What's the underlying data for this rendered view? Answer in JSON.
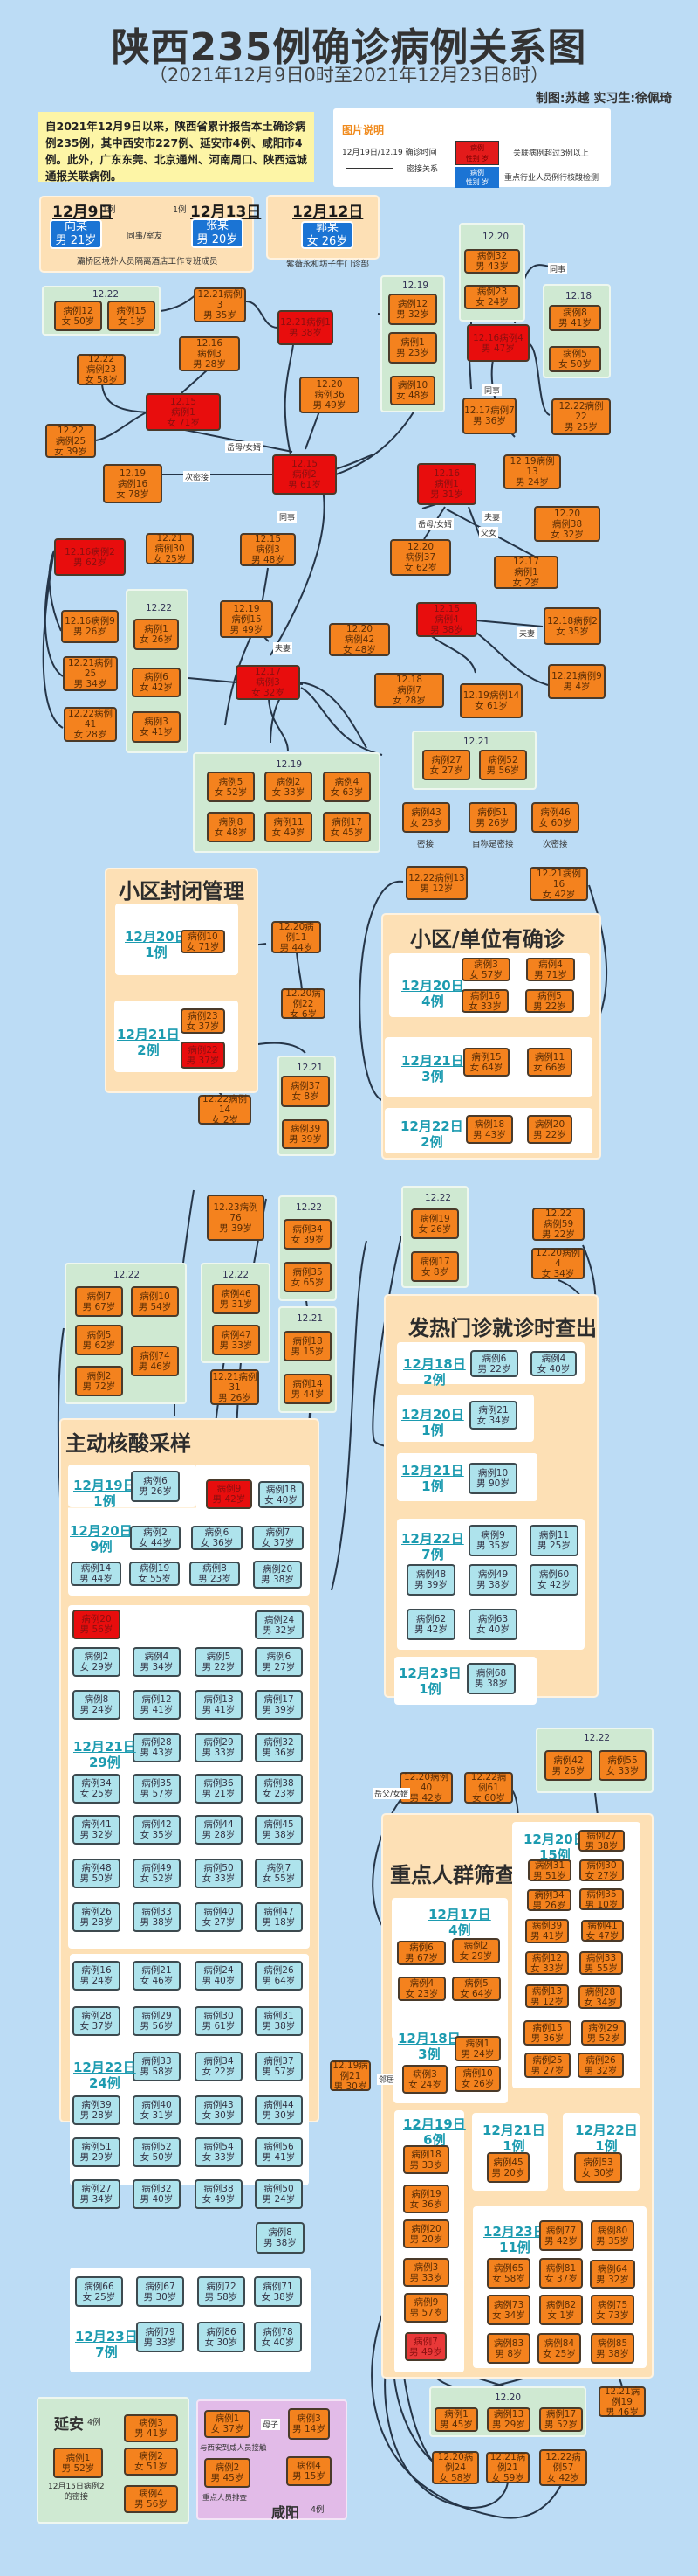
{
  "header": {
    "title": "陕西235例确诊病例关系图",
    "subtitle": "（2021年12月9日0时至2021年12月23日8时）",
    "credit": "制图:苏越  实习生:徐佩琦"
  },
  "intro": "自2021年12月9日以来，陕西省累计报告本土确诊病例235例，其中西安市227例、延安市4例、咸阳市4例。此外，广东东莞、北京通州、河南周口、陕西运城通报关联病例。",
  "legend": {
    "title": "图片说明",
    "date_sample": "12月19日",
    "date_sample2": "/12.19",
    "date_label": "确诊时间",
    "line_label": "密接关系",
    "red_box": "病例\n性别 岁",
    "red_label": "关联病例超过3例以上",
    "blue_box": "病例\n性别 岁",
    "blue_label": "重点行业人员例行核酸检测",
    "colors": {
      "red": "#e31b1b",
      "blue": "#1b74d4",
      "orange": "#f4821e",
      "cyan": "#aee3ec"
    }
  },
  "early": {
    "d1": "12月9日",
    "c1": "1例",
    "p1": "向某\n男 21岁",
    "rel": "同事/室友",
    "d2": "12月13日",
    "c2": "1例",
    "p2": "张某\n男 20岁",
    "note1": "灞桥区境外人员隔离酒店工作专班成员",
    "d3": "12月12日",
    "p3": "郭某\n女 26岁",
    "note2": "紫薇永和坊子牛门诊部"
  },
  "web": {
    "g1222a": {
      "date": "12.22",
      "cases": [
        "病例12\n女 50岁",
        "病例15\n女 1岁"
      ]
    },
    "n1": "12.21病例3\n男 35岁",
    "r1": "12.21病例1\n男 38岁",
    "n2": "12.16\n病例3\n男 28岁",
    "n3": "12.22\n病例23\n女 58岁",
    "r2": "12.15\n病例1\n女 71岁",
    "n4": "12.22\n病例25\n女 39岁",
    "n5": "12.19\n病例16\n女 78岁",
    "r3": "12.15\n病例2\n男 61岁",
    "n6": "12.20\n病例36\n男 49岁",
    "g1219": {
      "date": "12.19",
      "cases": [
        "病例12\n男 32岁",
        "病例1\n男 23岁",
        "病例10\n女 48岁"
      ]
    },
    "g1220": {
      "date": "12.20",
      "cases": [
        "病例32\n男 43岁",
        "病例23\n女 24岁"
      ]
    },
    "r4": "12.16病例4\n男 47岁",
    "g1218": {
      "date": "12.18",
      "cases": [
        "病例8\n男 41岁",
        "病例5\n女 50岁"
      ]
    },
    "n7": "12.17病例7\n男 36岁",
    "n8": "12.22病例22\n男 25岁",
    "n9": "12.19病例13\n男 24岁",
    "r5": "12.16\n病例1\n男 31岁",
    "n10": "12.20\n病例38\n女 32岁",
    "n11": "12.20\n病例37\n女 62岁",
    "n12": "12.17\n病例1\n女 2岁",
    "r6": "12.16病例2\n男 62岁",
    "n13": "12.21\n病例30\n女 25岁",
    "n14": "12.15\n病例3\n男 48岁",
    "n15": "12.16病例9\n男 26岁",
    "n16": "12.21病例\n25\n男 34岁",
    "n17": "12.22病例\n41\n女 28岁",
    "g1222b": {
      "date": "12.22",
      "cases": [
        "病例1\n女 26岁",
        "病例6\n女 42岁",
        "病例3\n女 41岁"
      ]
    },
    "n18": "12.19\n病例15\n男 49岁",
    "r7": "12.17\n病例3\n女 32岁",
    "n19": "12.20\n病例42\n女 48岁",
    "r8": "12.15\n病例4\n男 38岁",
    "n20": "12.18病例2\n女 35岁",
    "n21": "12.21病例9\n男 4岁",
    "n22": "12.18\n病例7\n女 28岁",
    "n23": "12.19病例14\n女 61岁",
    "g1219b": {
      "date": "12.19",
      "cases": [
        "病例5\n女 52岁",
        "病例2\n女 33岁",
        "病例4\n女 63岁",
        "病例8\n女 48岁",
        "病例11\n女 49岁",
        "病例17\n女 45岁"
      ]
    },
    "g1221": {
      "date": "12.21",
      "cases": [
        "病例27\n女 27岁",
        "病例52\n男 56岁"
      ]
    },
    "extra": [
      {
        "case": "病例43\n女 23岁",
        "note": "密接"
      },
      {
        "case": "病例51\n男 26岁",
        "note": "自称是密接"
      },
      {
        "case": "病例46\n女 60岁",
        "note": "次密接"
      }
    ],
    "rel_labels": {
      "l1": "岳母/女婿",
      "l2": "次密接",
      "l3": "同事",
      "l4": "同事",
      "l5": "同事",
      "l6": "岳母/女婿",
      "l7": "夫妻",
      "l8": "父女",
      "l9": "夫妻",
      "l10": "夫妻"
    }
  },
  "closed": {
    "title": "小区封闭管理",
    "d1": "12月20日",
    "c1": "1例",
    "p1": "病例10\n女 71岁",
    "d2": "12月21日",
    "c2": "2例",
    "p2": "病例23\n女 37岁",
    "p3": "病例22\n男 37岁",
    "n1": "12.20病\n例11\n男 44岁",
    "n2": "12.20病\n例22\n女 6岁",
    "n3": "12.22病例\n14\n女 2岁",
    "g1221": {
      "date": "12.21",
      "cases": [
        "病例37\n女 8岁",
        "病例39\n男 39岁"
      ]
    }
  },
  "unit": {
    "title": "小区/单位有确诊",
    "n1": "12.22病例13\n男 12岁",
    "n2": "12.21病例16\n女 42岁",
    "rows": [
      {
        "date": "12月20日",
        "count": "4例",
        "cases": [
          "病例3\n女 57岁",
          "病例4\n男 71岁",
          "病例16\n女 33岁",
          "病例5\n男 22岁"
        ]
      },
      {
        "date": "12月21日",
        "count": "3例",
        "cases": [
          "病例15\n女 64岁",
          "病例11\n女 66岁"
        ]
      },
      {
        "date": "12月22日",
        "count": "2例",
        "cases": [
          "病例18\n男 43岁",
          "病例20\n男 22岁"
        ]
      }
    ]
  },
  "mid": {
    "n1": "12.23病例\n76\n男 39岁",
    "g1222a": {
      "date": "12.22",
      "cases": [
        "病例34\n女 39岁",
        "病例35\n女 65岁"
      ]
    },
    "g1221": {
      "date": "12.21",
      "cases": [
        "病例18\n男 15岁",
        "病例14\n男 44岁"
      ]
    },
    "g1222b": {
      "date": "12.22",
      "cases": [
        "病例7\n男 67岁",
        "病例10\n男 54岁",
        "病例5\n男 62岁",
        "病例74\n男 46岁",
        "病例2\n男 72岁"
      ]
    },
    "g1222c": {
      "date": "12.22",
      "cases": [
        "病例46\n男 31岁",
        "病例47\n男 33岁"
      ]
    },
    "n2": "12.21病例\n31\n男 26岁",
    "g1222d": {
      "date": "12.22",
      "cases": [
        "病例19\n女 26岁",
        "病例17\n女 8岁"
      ]
    },
    "n3": "12.22\n病例59\n男 22岁",
    "n4": "12.20病例4\n女 34岁"
  },
  "sampling": {
    "title": "主动核酸采样",
    "d1919": {
      "date": "12月19日",
      "count": "1例",
      "cases": [
        "病例6\n男 26岁"
      ]
    },
    "red1": "病例9\n男 42岁",
    "c18": "病例18\n女 40岁",
    "d1920": {
      "date": "12月20日",
      "count": "9例",
      "cases": [
        "病例2\n女 44岁",
        "病例6\n女 36岁",
        "病例7\n女 37岁",
        "病例14\n男 44岁",
        "病例19\n女 55岁",
        "病例8\n男 23岁",
        "病例20\n男 38岁"
      ]
    },
    "red2": "病例20\n男 56岁",
    "c24": "病例24\n男 32岁",
    "d1921": {
      "date": "12月21日",
      "count": "29例",
      "cases": [
        "病例2\n女 29岁",
        "病例4\n男 34岁",
        "病例5\n男 22岁",
        "病例6\n男 27岁",
        "病例8\n男 24岁",
        "病例12\n男 41岁",
        "病例13\n男 41岁",
        "病例17\n男 39岁",
        "病例28\n男 43岁",
        "病例29\n男 33岁",
        "病例32\n男 36岁",
        "病例34\n女 25岁",
        "病例35\n男 57岁",
        "病例36\n男 21岁",
        "病例38\n女 23岁",
        "病例41\n男 32岁",
        "病例42\n女 35岁",
        "病例44\n男 28岁",
        "病例45\n男 38岁",
        "病例48\n男 50岁",
        "病例49\n女 52岁",
        "病例50\n女 33岁",
        "病例7\n女 55岁",
        "病例26\n男 28岁",
        "病例33\n男 38岁",
        "病例40\n女 27岁",
        "病例47\n男 18岁"
      ]
    },
    "d1922": {
      "date": "12月22日",
      "count": "24例",
      "cases": [
        "病例16\n男 24岁",
        "病例21\n女 46岁",
        "病例24\n男 40岁",
        "病例26\n男 64岁",
        "病例28\n女 37岁",
        "病例29\n男 56岁",
        "病例30\n男 61岁",
        "病例31\n男 38岁",
        "病例33\n男 58岁",
        "病例34\n女 22岁",
        "病例37\n男 57岁",
        "病例39\n男 28岁",
        "病例40\n女 31岁",
        "病例43\n女 30岁",
        "病例44\n男 30岁",
        "病例51\n男 29岁",
        "病例52\n女 50岁",
        "病例54\n女 33岁",
        "病例56\n男 41岁",
        "病例27\n男 34岁",
        "病例32\n男 40岁",
        "病例38\n女 49岁",
        "病例50\n男 24岁",
        "病例8\n男 38岁"
      ]
    },
    "d1923": {
      "date": "12月23日",
      "count": "7例",
      "cases": [
        "病例66\n女 25岁",
        "病例67\n男 30岁",
        "病例72\n男 58岁",
        "病例71\n女 38岁",
        "病例79\n男 33岁",
        "病例86\n女 30岁",
        "病例78\n女 40岁"
      ]
    }
  },
  "fever": {
    "title": "发热门诊就诊时查出",
    "rows": [
      {
        "date": "12月18日",
        "count": "2例",
        "cases": [
          "病例6\n男 22岁",
          "病例4\n女 40岁"
        ]
      },
      {
        "date": "12月20日",
        "count": "1例",
        "cases": [
          "病例21\n女 34岁"
        ]
      },
      {
        "date": "12月21日",
        "count": "1例",
        "cases": [
          "病例10\n男 90岁"
        ]
      },
      {
        "date": "12月22日",
        "count": "7例",
        "cases": [
          "病例9\n男 35岁",
          "病例11\n男 25岁",
          "病例48\n男 39岁",
          "病例49\n男 38岁",
          "病例60\n女 42岁",
          "病例62\n男 42岁",
          "病例63\n女 40岁"
        ]
      },
      {
        "date": "12月23日",
        "count": "1例",
        "cases": [
          "病例68\n男 38岁"
        ]
      }
    ]
  },
  "key": {
    "title": "重点人群筛查",
    "n1": "12.20病例\n40\n男 42岁",
    "n2": "12.22病\n例61\n女 60岁",
    "g1222": {
      "date": "12.22",
      "cases": [
        "病例42\n男 26岁",
        "病例55\n女 33岁"
      ]
    },
    "rel1": "岳父/女婿",
    "rel2": "邻居",
    "n3": "12.19病\n例21\n男 30岁",
    "d17": {
      "date": "12月17日",
      "count": "4例",
      "cases": [
        "病例6\n男 67岁",
        "病例2\n女 29岁",
        "病例4\n女 23岁",
        "病例5\n女 64岁"
      ]
    },
    "d20": {
      "date": "12月20日",
      "count": "15例",
      "cases": [
        "病例27\n男 38岁",
        "病例31\n男 51岁",
        "病例30\n女 27岁",
        "病例34\n男 26岁",
        "病例35\n男 10岁",
        "病例39\n男 41岁",
        "病例41\n女 47岁",
        "病例12\n女 33岁",
        "病例33\n男 55岁",
        "病例13\n男 12岁",
        "病例28\n女 34岁",
        "病例15\n男 36岁",
        "病例29\n男 52岁",
        "病例25\n男 27岁",
        "病例26\n男 32岁"
      ]
    },
    "d18": {
      "date": "12月18日",
      "count": "3例",
      "cases": [
        "病例1\n男 24岁",
        "病例3\n女 24岁",
        "病例10\n女 26岁"
      ]
    },
    "d19": {
      "date": "12月19日",
      "count": "6例",
      "cases": [
        "病例18\n男 33岁",
        "病例19\n女 36岁",
        "病例20\n男 20岁",
        "病例3\n男 33岁",
        "病例9\n男 57岁",
        "病例7\n男 49岁"
      ]
    },
    "d21": {
      "date": "12月21日",
      "count": "1例",
      "cases": [
        "病例45\n男 20岁"
      ]
    },
    "d22": {
      "date": "12月22日",
      "count": "1例",
      "cases": [
        "病例53\n女 30岁"
      ]
    },
    "d23": {
      "date": "12月23日",
      "count": "11例",
      "cases": [
        "病例77\n男 42岁",
        "病例80\n男 35岁",
        "病例65\n女 58岁",
        "病例81\n女 37岁",
        "病例64\n男 32岁",
        "病例73\n女 34岁",
        "病例82\n女 1岁",
        "病例75\n女 73岁",
        "病例83\n男 8岁",
        "病例84\n女 25岁",
        "病例85\n男 38岁"
      ]
    },
    "n4": "12.21病\n例19\n男 46岁",
    "g1220": {
      "date": "12.20",
      "cases": [
        "病例1\n男 45岁",
        "病例13\n男 29岁",
        "病例17\n男 52岁"
      ]
    },
    "bottom": [
      "12.20病\n例24\n女 58岁",
      "12.21病\n例21\n女 59岁",
      "12.22病\n例57\n女 42岁"
    ]
  },
  "yanan": {
    "title": "延安",
    "count": "4例",
    "cases": [
      "病例1\n男 52岁",
      "病例3\n男 41岁",
      "病例2\n女 51岁",
      "病例4\n男 56岁"
    ],
    "note": "12月15日病例2\n的密接"
  },
  "xianyang": {
    "title": "咸阳",
    "count": "4例",
    "cases": [
      "病例1\n女 37岁",
      "病例3\n男 14岁",
      "病例2\n男 45岁",
      "病例4\n男 15岁"
    ],
    "rel": "母子",
    "note1": "与西安到咸人员接触",
    "note2": "重点人员排查"
  }
}
